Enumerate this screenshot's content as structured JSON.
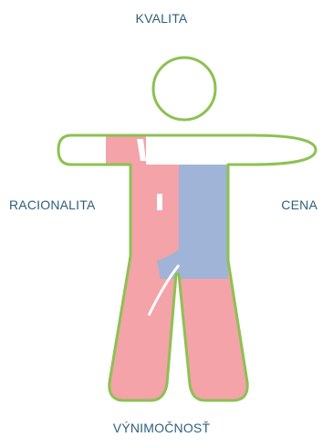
{
  "labels": {
    "top": "KVALITA",
    "left": "RACIONALITA",
    "right": "CENA",
    "bottom": "VÝNIMOČNOSŤ"
  },
  "colors": {
    "outline": "#8cc152",
    "pink": "#f4a3a8",
    "blue": "#9fb4d6",
    "text": "#2d5f7c"
  }
}
